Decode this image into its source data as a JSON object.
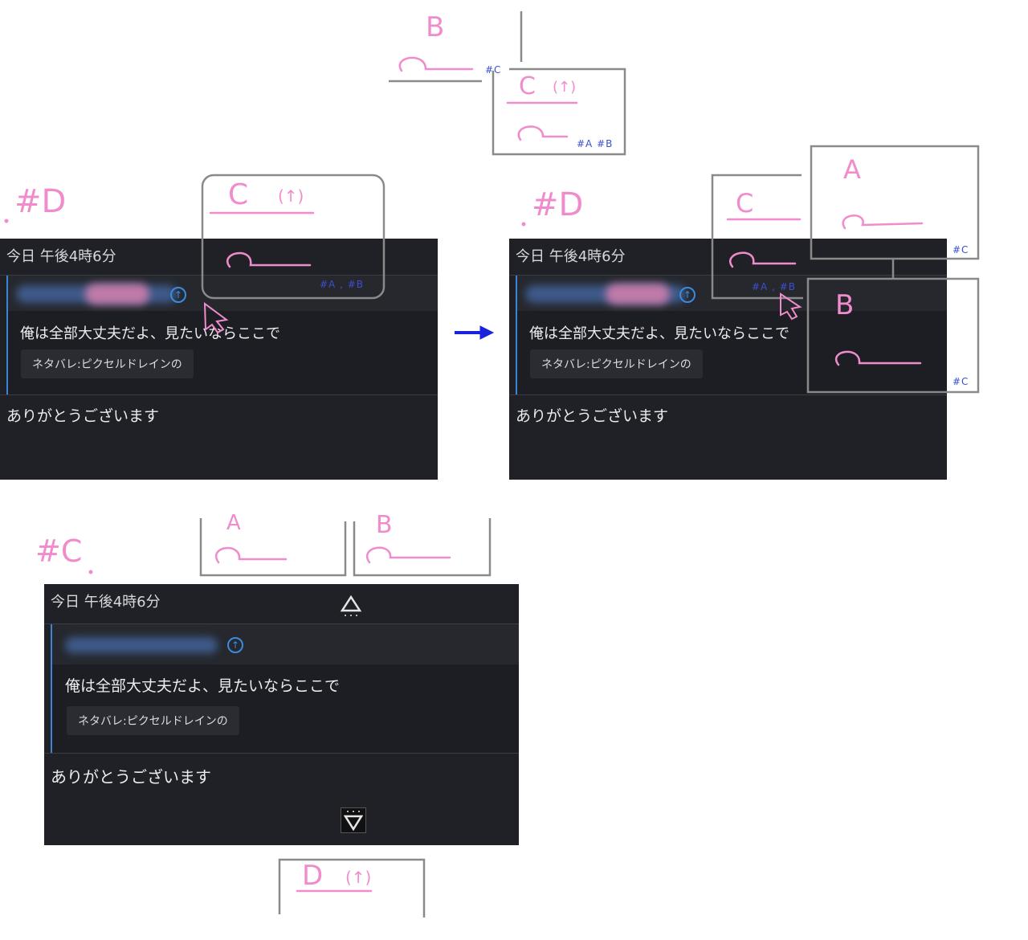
{
  "message": {
    "timestamp": "今日 午後4時6分",
    "reply_text": "俺は全部大丈夫だよ、見たいならここで",
    "quote_text": "ネタバレ:ピクセルドレインの",
    "follow_text": "ありがとうございます"
  },
  "annotations": {
    "d_label": "#D",
    "c_label": "#C",
    "tag_c": "#C",
    "tag_ab_comma": "#A , #B",
    "tag_ab_space": "#A  #B",
    "letter_a": "A",
    "letter_b": "B",
    "letter_c": "C",
    "letter_d": "D",
    "up_note": "(↑)"
  },
  "colors": {
    "panel_bg": "#1f2126",
    "accent_blue": "#3a86d6",
    "annotation_pink": "#f08ccc",
    "tag_blue": "#3b4fd0",
    "arrow_blue": "#1a22e0"
  }
}
